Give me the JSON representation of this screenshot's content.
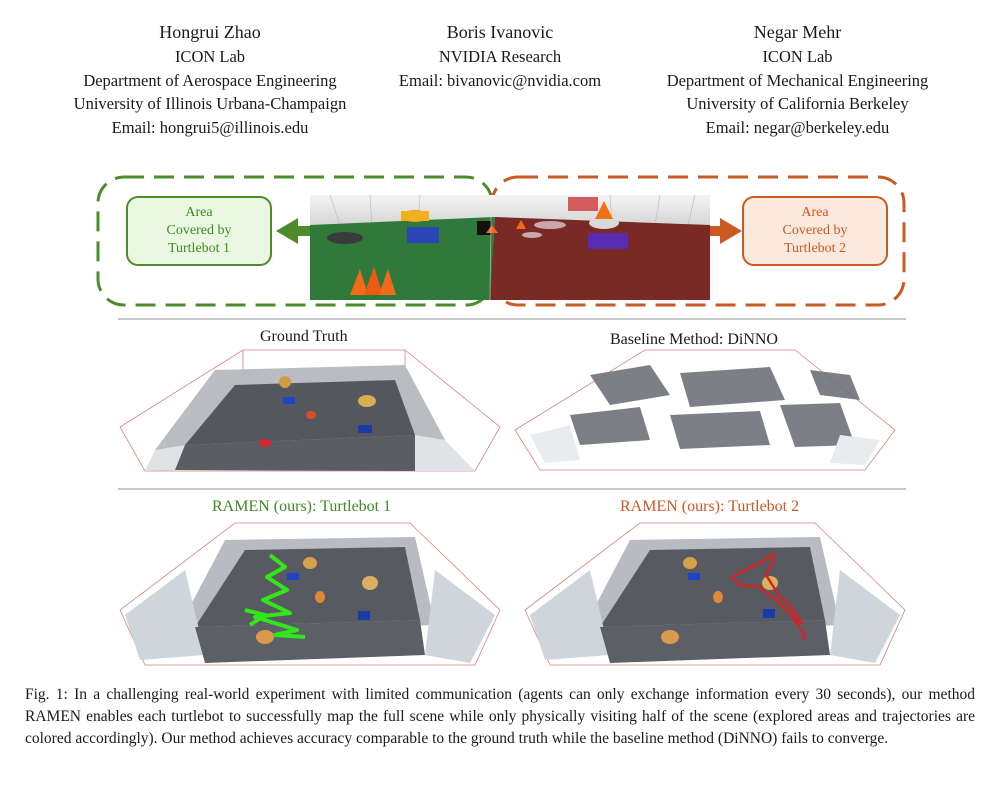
{
  "authors": [
    {
      "name": "Hongrui Zhao",
      "lines": [
        "ICON Lab",
        "Department of Aerospace Engineering",
        "University of Illinois Urbana-Champaign",
        "Email: hongrui5@illinois.edu"
      ]
    },
    {
      "name": "Boris Ivanovic",
      "lines": [
        "NVIDIA Research",
        "Email: bivanovic@nvidia.com"
      ]
    },
    {
      "name": "Negar Mehr",
      "lines": [
        "ICON Lab",
        "Department of Mechanical Engineering",
        "University of California Berkeley",
        "Email: negar@berkeley.edu"
      ]
    }
  ],
  "figure": {
    "left_label": "Area Covered by Turtlebot 1",
    "left_label_lines": [
      "Area",
      "Covered by",
      "Turtlebot 1"
    ],
    "right_label_lines": [
      "Area",
      "Covered by",
      "Turtlebot 2"
    ],
    "panels": {
      "ground_truth": "Ground Truth",
      "baseline": "Baseline Method: DiNNO",
      "ramen_1": "RAMEN (ours): Turtlebot 1",
      "ramen_2": "RAMEN (ours): Turtlebot 2"
    },
    "colors": {
      "green": "#3f8a23",
      "orange": "#c85a22",
      "bbox": "#d98080"
    }
  },
  "caption": "Fig. 1:  In a challenging real-world experiment with limited communication (agents can only exchange information every 30 seconds), our method RAMEN enables each turtlebot to successfully map the full scene while only physically visiting half of the scene (explored areas and trajectories are colored accordingly). Our method achieves accuracy comparable to the ground truth while the baseline method (DiNNO) fails to converge."
}
